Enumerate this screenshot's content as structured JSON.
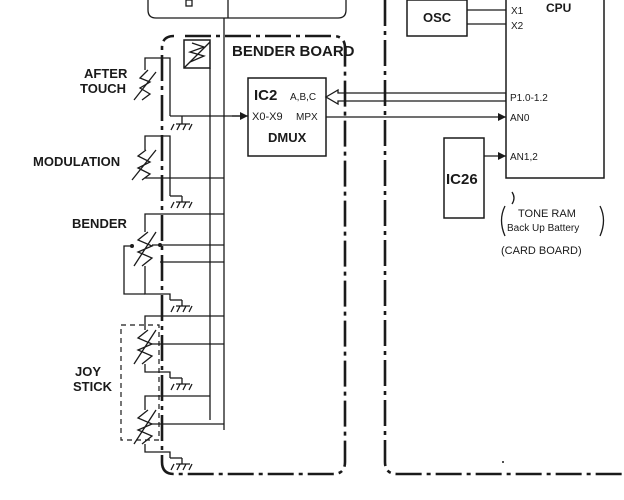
{
  "labels": {
    "bender_board": "BENDER BOARD",
    "after_touch_1": "AFTER",
    "after_touch_2": "TOUCH",
    "modulation": "MODULATION",
    "bender": "BENDER",
    "joy_1": "JOY",
    "joy_2": "STICK",
    "osc": "OSC",
    "cpu": "CPU",
    "x1": "X1",
    "x2": "X2",
    "p10": "P1.0-1.2",
    "an0": "AN0",
    "an12": "AN1,2",
    "ic26": "IC26",
    "ic2": "IC2",
    "abc": "A,B,C",
    "x0x9": "X0-X9",
    "mpx": "MPX",
    "dmux": "DMUX",
    "tone_ram": "TONE RAM",
    "backup": "Back Up Battery",
    "card_board": "(CARD BOARD)"
  }
}
